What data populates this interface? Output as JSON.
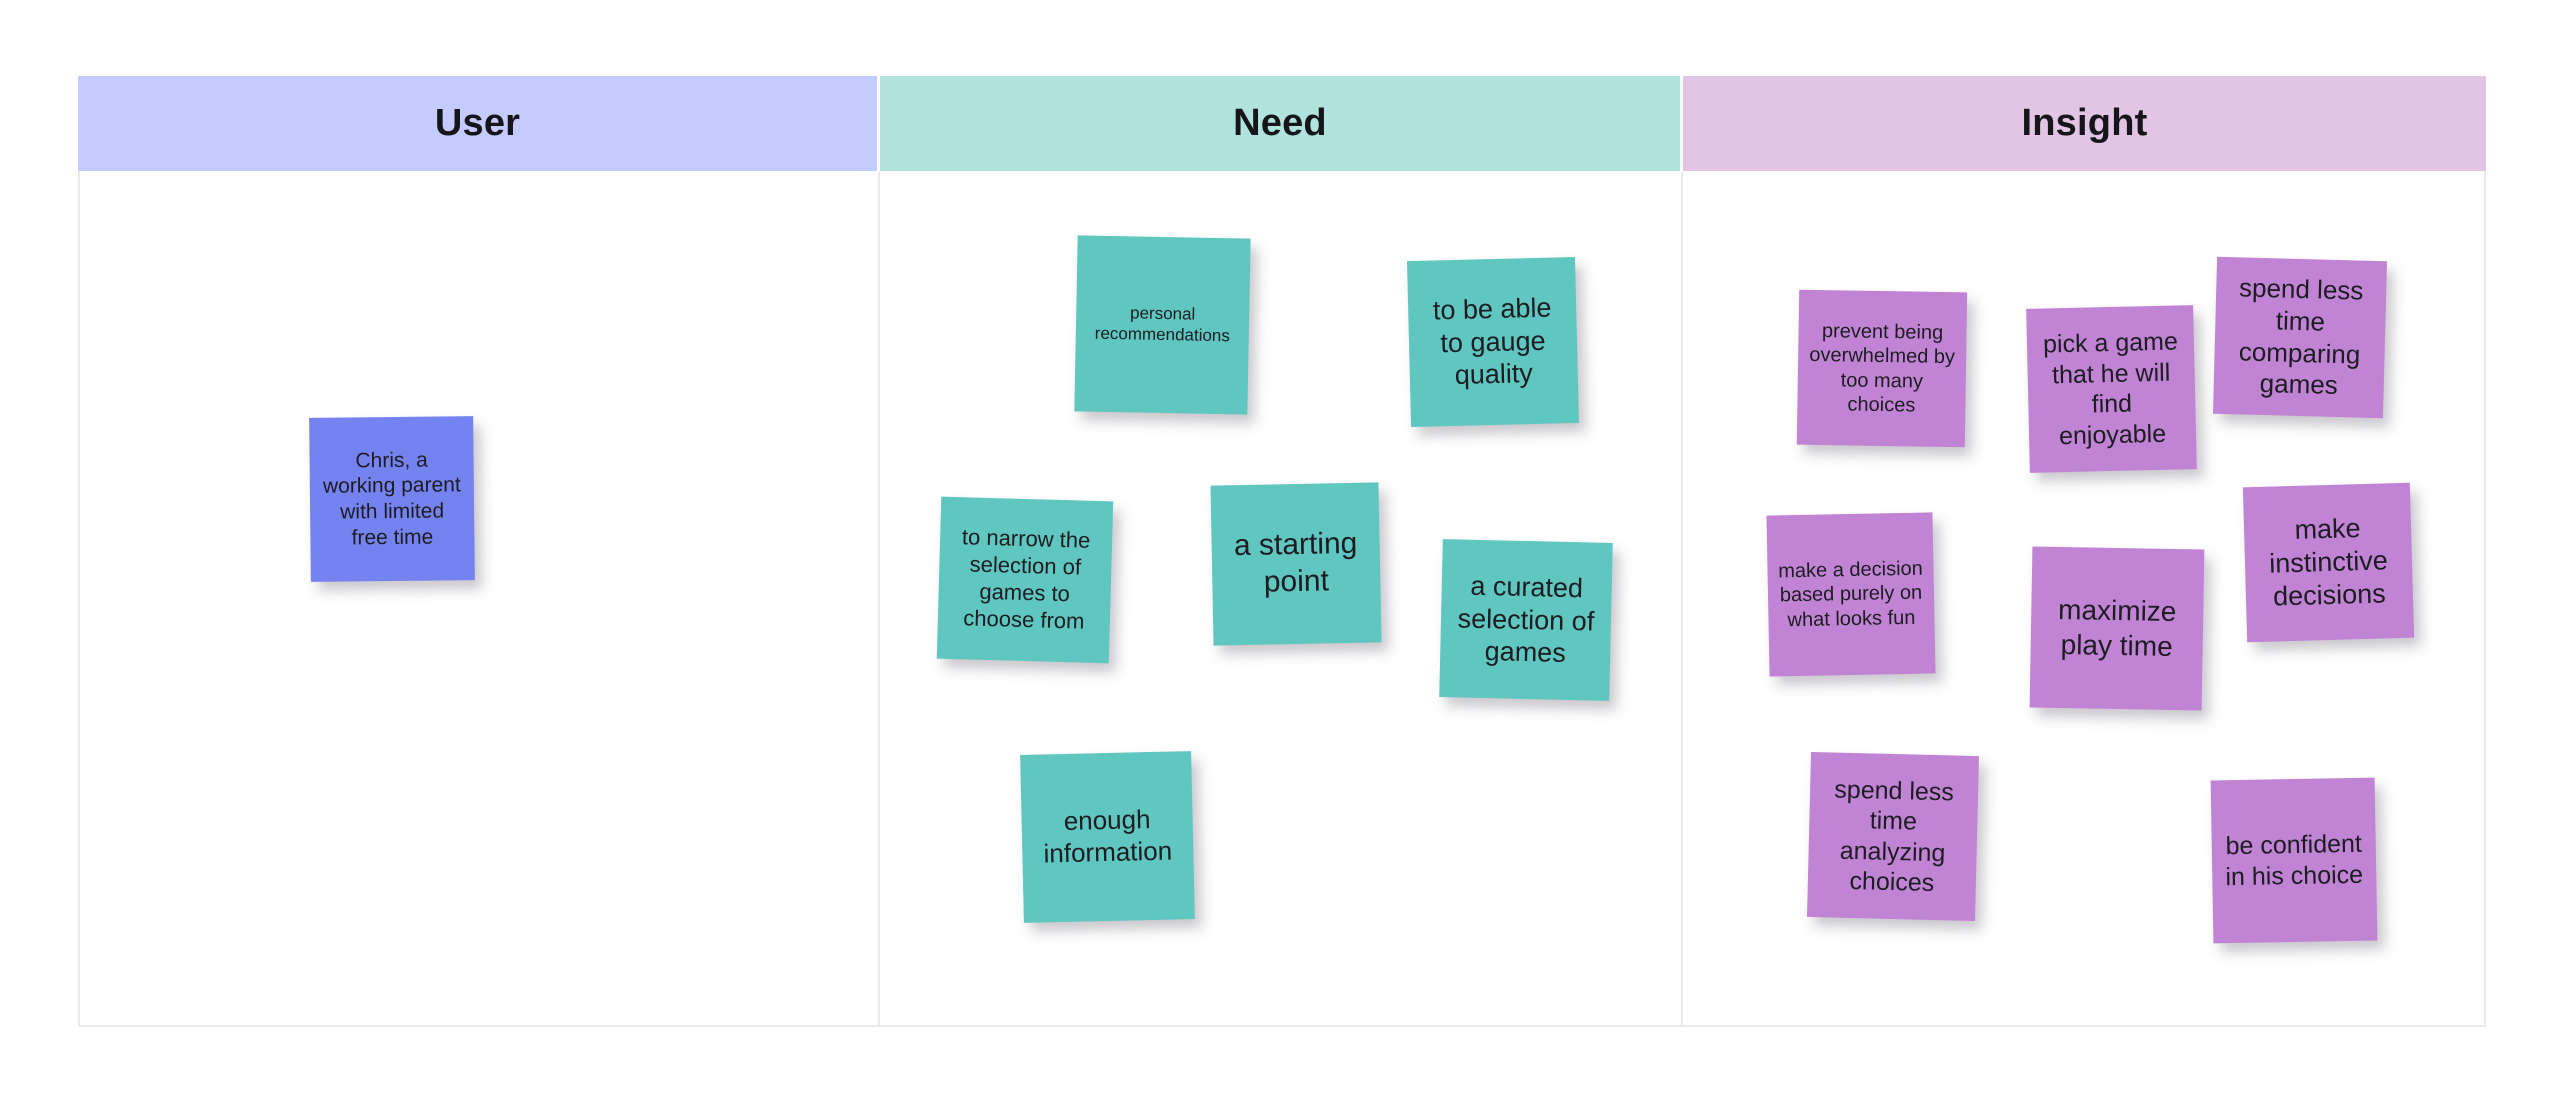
{
  "board": {
    "columns": [
      {
        "key": "user",
        "label": "User",
        "header_color": "#c5caff"
      },
      {
        "key": "need",
        "label": "Need",
        "header_color": "#b1e3de"
      },
      {
        "key": "insight",
        "label": "Insight",
        "header_color": "#e2c4e4"
      }
    ]
  },
  "notes": {
    "user": [
      {
        "text": "Chris, a working parent with limited free time",
        "color": "#7583f0"
      }
    ],
    "need": [
      {
        "text": "personal recommendations",
        "color": "#5fc7c0"
      },
      {
        "text": "to be able to gauge quality",
        "color": "#5fc7c0"
      },
      {
        "text": "to narrow the selection of games to choose from",
        "color": "#5fc7c0"
      },
      {
        "text": "a starting point",
        "color": "#5fc7c0"
      },
      {
        "text": "a curated selection of games",
        "color": "#5fc7c0"
      },
      {
        "text": "enough information",
        "color": "#5fc7c0"
      }
    ],
    "insight": [
      {
        "text": "prevent being overwhelmed by too many choices",
        "color": "#c184d4"
      },
      {
        "text": "pick a game that he will find enjoyable",
        "color": "#c184d4"
      },
      {
        "text": "spend less time comparing games",
        "color": "#c184d4"
      },
      {
        "text": "make a decision based purely on what looks fun",
        "color": "#c184d4"
      },
      {
        "text": "maximize play time",
        "color": "#c184d4"
      },
      {
        "text": "make instinctive decisions",
        "color": "#c184d4"
      },
      {
        "text": "spend less time analyzing choices",
        "color": "#c184d4"
      },
      {
        "text": "be confident in his choice",
        "color": "#c184d4"
      }
    ]
  }
}
